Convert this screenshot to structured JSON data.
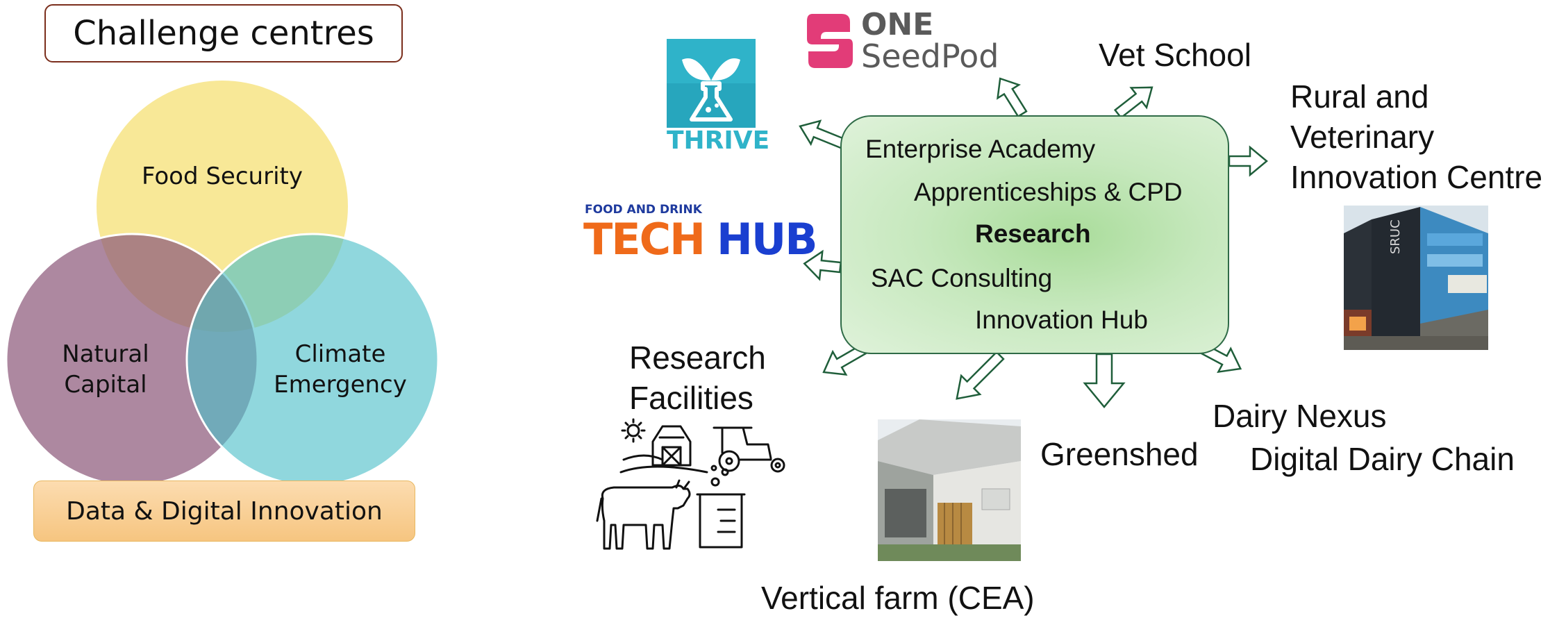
{
  "left": {
    "title": "Challenge centres",
    "circles": {
      "food_security": "Food Security",
      "natural_capital_line1": "Natural",
      "natural_capital_line2": "Capital",
      "climate_emergency_line1": "Climate",
      "climate_emergency_line2": "Emergency"
    },
    "base": "Data & Digital Innovation",
    "colors": {
      "food": "#f6e27a",
      "natural": "#8e5a7c",
      "climate": "#4cbfc8",
      "title_border": "#7a2e1c",
      "base_fill": "#f8cf93"
    }
  },
  "hub": {
    "items": {
      "enterprise": "Enterprise Academy",
      "apprenticeships": "Apprenticeships & CPD",
      "research": "Research",
      "sac": "SAC Consulting",
      "innovation": "Innovation Hub"
    },
    "colors": {
      "border": "#2f6b47",
      "fill_center": "#a9dc9a",
      "arrow": "#1f5e3a"
    }
  },
  "satellites": {
    "thrive_logo_text": "THRIVE",
    "seedpod_logo_line1": "ONE",
    "seedpod_logo_line2": "SeedPod",
    "techhub_logo_small": "FOOD AND DRINK",
    "techhub_logo_part1": "TECH",
    "techhub_logo_part2": "HUB",
    "vet_school": "Vet School",
    "rural_line1": "Rural and",
    "rural_line2": "Veterinary",
    "rural_line3": "Innovation Centre",
    "rural_building_sign": "SRUC",
    "research_facilities_line1": "Research",
    "research_facilities_line2": "Facilities",
    "greenshed": "Greenshed",
    "vertical_farm": "Vertical farm (CEA)",
    "dairy_nexus": "Dairy Nexus",
    "digital_dairy": "Digital Dairy Chain"
  }
}
